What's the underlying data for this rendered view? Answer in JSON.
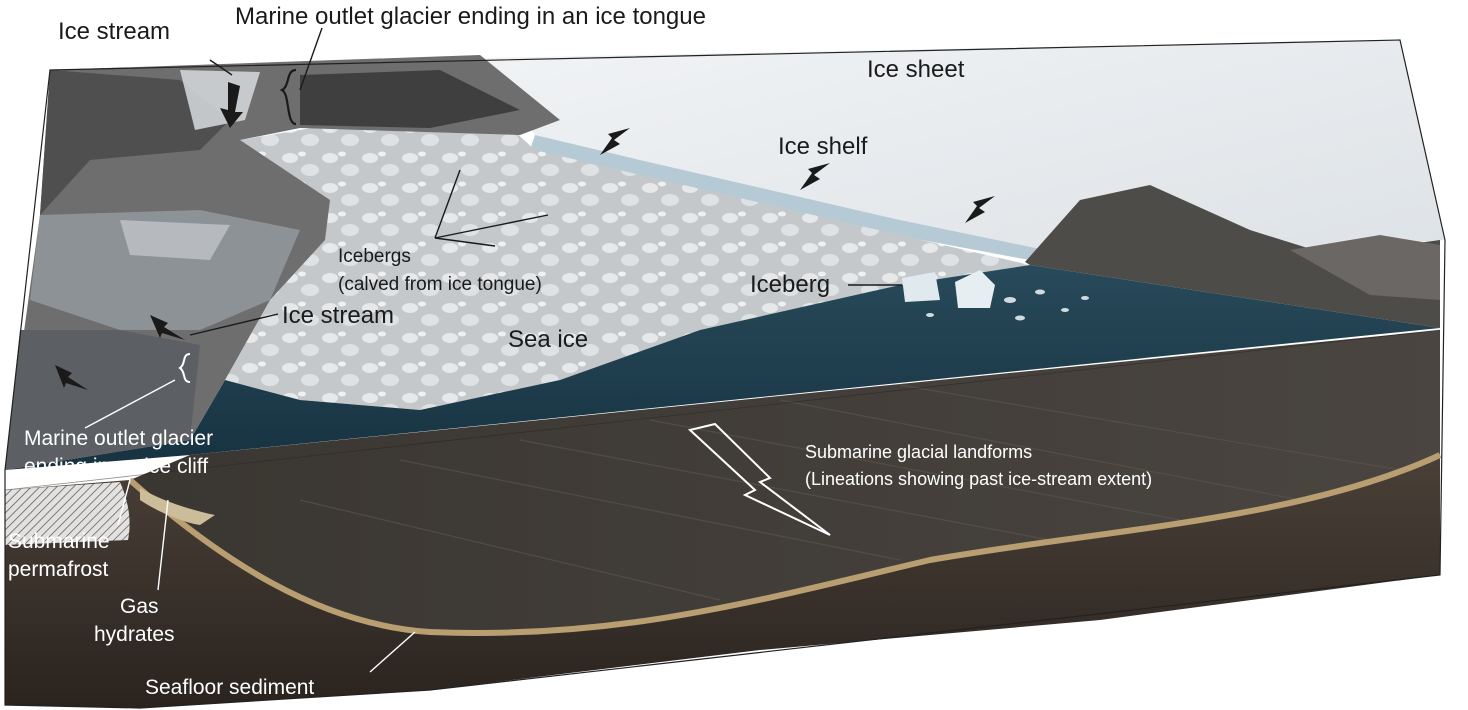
{
  "labels": {
    "ice_stream_top": "Ice stream",
    "outlet_tongue": "Marine outlet glacier ending in an ice tongue",
    "ice_sheet": "Ice sheet",
    "ice_shelf": "Ice shelf",
    "icebergs_line1": "Icebergs",
    "icebergs_line2": "(calved from ice tongue)",
    "iceberg": "Iceberg",
    "ice_stream_mid": "Ice stream",
    "sea_ice": "Sea ice",
    "outlet_cliff_line1": "Marine outlet glacier",
    "outlet_cliff_line2": "ending in an ice cliff",
    "landforms_line1": "Submarine glacial landforms",
    "landforms_line2": "(Lineations showing past ice-stream extent)",
    "permafrost_line1": "Submarine",
    "permafrost_line2": "permafrost",
    "hydrates_line1": "Gas",
    "hydrates_line2": "hydrates",
    "seafloor_sediment": "Seafloor sediment"
  },
  "colors": {
    "ice_sheet": "#e9ecef",
    "sea_ice": "#c9cdd0",
    "open_water": "#1f3d4c",
    "seafloor": "#3d352e",
    "sediment_band": "#b59b6e",
    "rock": "#6b6b6b"
  }
}
